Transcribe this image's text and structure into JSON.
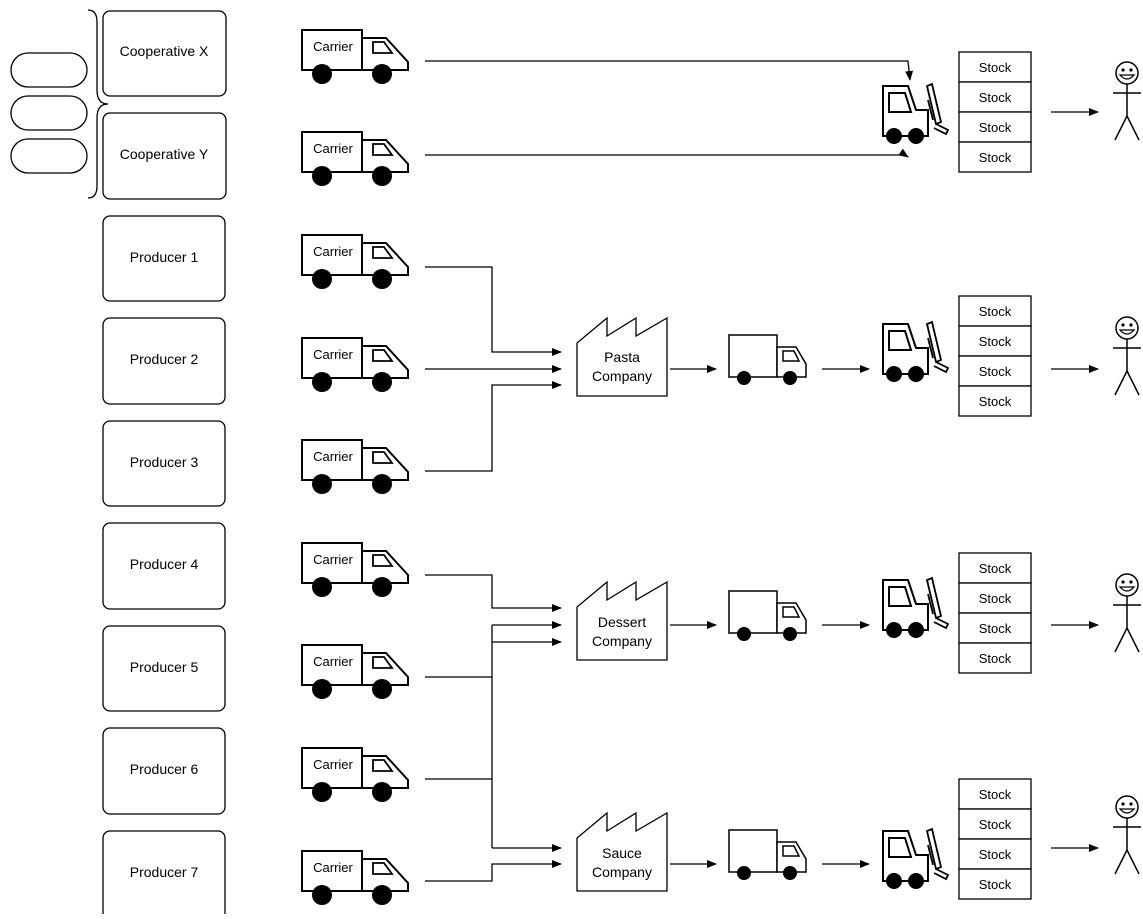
{
  "cooperatives": [
    {
      "id": "coop-x",
      "label": "Cooperative X"
    },
    {
      "id": "coop-y",
      "label": "Cooperative Y"
    }
  ],
  "producers": [
    {
      "id": "p1",
      "label": "Producer 1"
    },
    {
      "id": "p2",
      "label": "Producer 2"
    },
    {
      "id": "p3",
      "label": "Producer 3"
    },
    {
      "id": "p4",
      "label": "Producer 4"
    },
    {
      "id": "p5",
      "label": "Producer 5"
    },
    {
      "id": "p6",
      "label": "Producer 6"
    },
    {
      "id": "p7",
      "label": "Producer 7"
    }
  ],
  "carrier_label": "Carrier",
  "stock_label": "Stock",
  "companies": [
    {
      "id": "pasta",
      "line1": "Pasta",
      "line2": "Company"
    },
    {
      "id": "dessert",
      "line1": "Dessert",
      "line2": "Company"
    },
    {
      "id": "sauce",
      "line1": "Sauce",
      "line2": "Company"
    }
  ],
  "capsules": [
    "",
    "",
    ""
  ]
}
